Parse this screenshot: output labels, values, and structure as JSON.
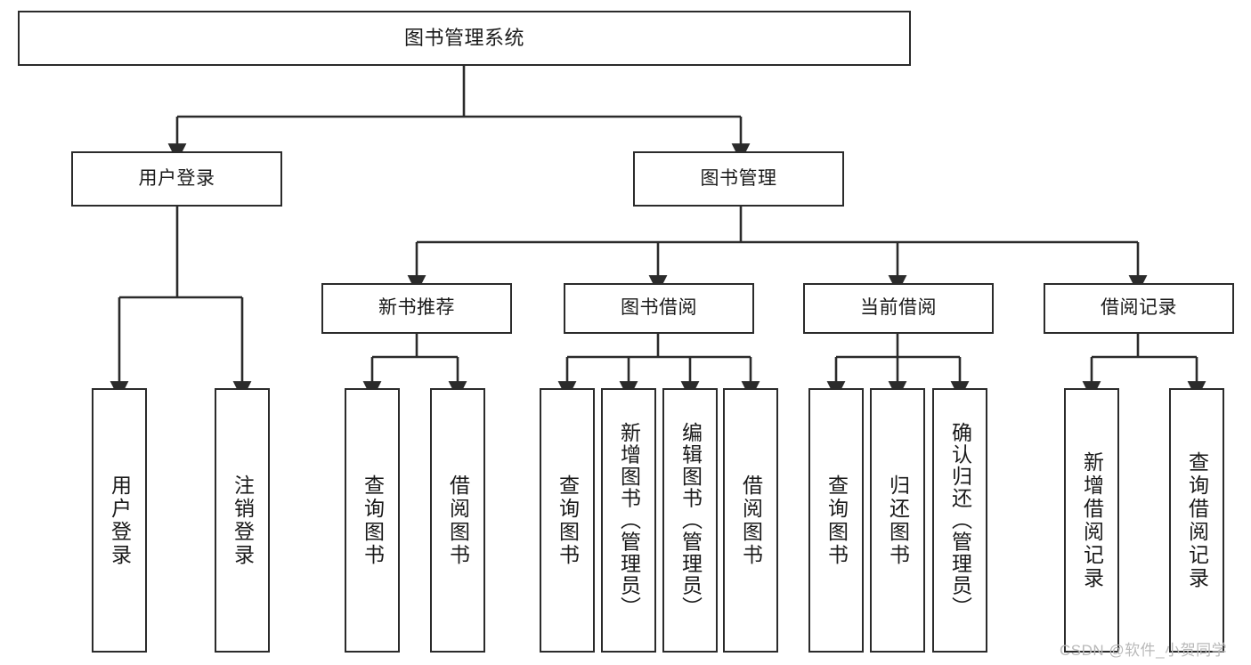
{
  "diagram": {
    "title": "图书管理系统",
    "type": "hierarchy-tree",
    "root": {
      "id": "root",
      "label": "图书管理系统"
    },
    "level2": [
      {
        "id": "user-login",
        "label": "用户登录"
      },
      {
        "id": "book-manage",
        "label": "图书管理"
      }
    ],
    "level3": [
      {
        "id": "new-book-rec",
        "label": "新书推荐",
        "parent": "book-manage"
      },
      {
        "id": "book-borrow",
        "label": "图书借阅",
        "parent": "book-manage"
      },
      {
        "id": "current-borrow",
        "label": "当前借阅",
        "parent": "book-manage"
      },
      {
        "id": "borrow-record",
        "label": "借阅记录",
        "parent": "book-manage"
      }
    ],
    "leaves": [
      {
        "id": "leaf-user-login",
        "label": "用户登录",
        "parent": "user-login"
      },
      {
        "id": "leaf-logout",
        "label": "注销登录",
        "parent": "user-login"
      },
      {
        "id": "leaf-query-book-1",
        "label": "查询图书",
        "parent": "new-book-rec"
      },
      {
        "id": "leaf-borrow-book-1",
        "label": "借阅图书",
        "parent": "new-book-rec"
      },
      {
        "id": "leaf-query-book-2",
        "label": "查询图书",
        "parent": "book-borrow"
      },
      {
        "id": "leaf-add-book",
        "label": "新增图书（管理员）",
        "parent": "book-borrow"
      },
      {
        "id": "leaf-edit-book",
        "label": "编辑图书（管理员）",
        "parent": "book-borrow"
      },
      {
        "id": "leaf-borrow-book-2",
        "label": "借阅图书",
        "parent": "book-borrow"
      },
      {
        "id": "leaf-query-book-3",
        "label": "查询图书",
        "parent": "current-borrow"
      },
      {
        "id": "leaf-return-book",
        "label": "归还图书",
        "parent": "current-borrow"
      },
      {
        "id": "leaf-confirm-return",
        "label": "确认归还（管理员）",
        "parent": "current-borrow"
      },
      {
        "id": "leaf-add-record",
        "label": "新增借阅记录",
        "parent": "borrow-record"
      },
      {
        "id": "leaf-query-record",
        "label": "查询借阅记录",
        "parent": "borrow-record"
      }
    ]
  },
  "watermark": {
    "text": "CSDN @软件_小贺同学"
  },
  "colors": {
    "border": "#2b2b2b",
    "text": "#1a1a1a",
    "background": "#ffffff",
    "connector": "#2b2b2b",
    "watermark": "#b9b9b9"
  }
}
